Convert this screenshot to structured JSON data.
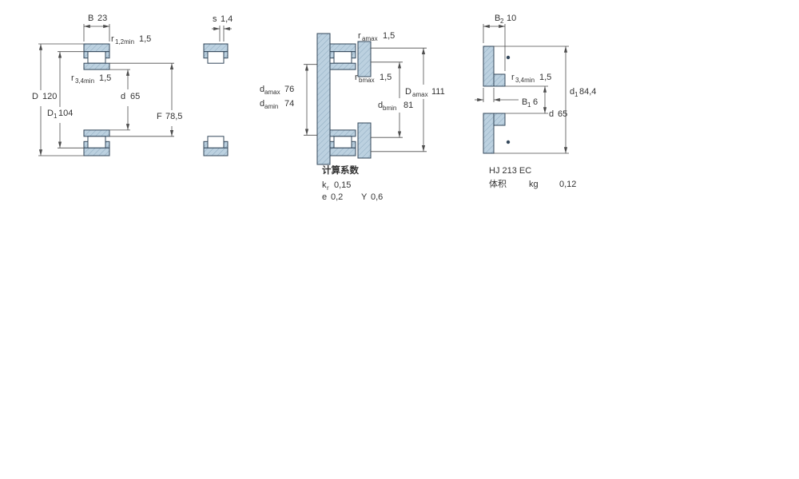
{
  "page": {
    "background": "#ffffff"
  },
  "colors": {
    "part_fill": "#bcd1e0",
    "hatch_color": "#8fabc0",
    "part_stroke": "#33475a",
    "roller_fill": "#ffffff",
    "dim_color": "#4d4d4d",
    "text_color": "#333333"
  },
  "views": {
    "bearing_section": {
      "dim_B": {
        "label": "B",
        "value": "23"
      },
      "dim_r12": {
        "label": "r",
        "sub": "1,2min",
        "value": "1,5"
      },
      "dim_D": {
        "label": "D",
        "value": "120"
      },
      "dim_D1": {
        "label": "D",
        "sub": "1",
        "value": "104"
      },
      "dim_r34": {
        "label": "r",
        "sub": "3,4min",
        "value": "1,5"
      },
      "dim_d": {
        "label": "d",
        "value": "65"
      },
      "dim_F": {
        "label": "F",
        "value": "78,5"
      }
    },
    "outer_ring_assembly": {
      "dim_s": {
        "label": "s",
        "value": "1,4"
      }
    },
    "mounting_dimensions": {
      "dim_ra": {
        "label": "r",
        "sub": "amax",
        "value": "1,5"
      },
      "dim_rb": {
        "label": "r",
        "sub": "bmax",
        "value": "1,5"
      },
      "dim_da_max": {
        "label": "d",
        "sub": "amax",
        "value": "76"
      },
      "dim_da_min": {
        "label": "d",
        "sub": "amin",
        "value": "74"
      },
      "dim_Da_max": {
        "label": "D",
        "sub": "amax",
        "value": "111"
      },
      "dim_db_min": {
        "label": "d",
        "sub": "bmin",
        "value": "81"
      },
      "calculation_factors": {
        "title": "计算系数",
        "kr": {
          "label": "k",
          "sub": "r",
          "value": "0,15"
        },
        "e": {
          "label": "e",
          "value": "0,2"
        },
        "Y": {
          "label": "Y",
          "value": "0,6"
        }
      }
    },
    "hj_ring": {
      "dim_B2": {
        "label": "B",
        "sub": "2",
        "value": "10"
      },
      "dim_r34": {
        "label": "r",
        "sub": "3,4min",
        "value": "1,5"
      },
      "dim_d1": {
        "label": "d",
        "sub": "1",
        "value": "84,4"
      },
      "dim_B1": {
        "label": "B",
        "sub": "1",
        "value": "6"
      },
      "dim_d": {
        "label": "d",
        "value": "65"
      },
      "designation": "HJ 213 EC",
      "mass_label": "体积",
      "mass_unit": "kg",
      "mass_value": "0,12"
    }
  }
}
